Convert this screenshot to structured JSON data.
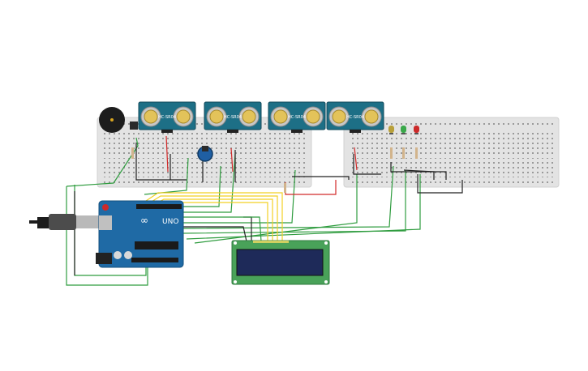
{
  "colors": {
    "background": "#ffffff",
    "breadboard": "#e3e3e3",
    "board_blue": "#1f6aa5",
    "sensor_teal": "#1d6f86",
    "lcd_green": "#49a259",
    "lcd_screen": "#1e2a59",
    "wire_green": "#2f9c3f",
    "wire_black": "#222222",
    "wire_red": "#d22a2a",
    "wire_yellow": "#f2d024"
  },
  "components": {
    "buzzer": {
      "icon": "buzzer-icon"
    },
    "potentiometer": {
      "icon": "potentiometer-icon"
    },
    "ultrasonic_sensors": [
      {
        "model": "HC-SR04"
      },
      {
        "model": "HC-SR04"
      },
      {
        "model": "HC-SR04"
      },
      {
        "model": "HC-SR04"
      }
    ],
    "leds": [
      {
        "color": "#b8a03a"
      },
      {
        "color": "#3aa84a"
      },
      {
        "color": "#cc2a2a"
      }
    ],
    "arduino": {
      "logo": "∞",
      "model": "UNO"
    },
    "lcd": {
      "icon": "lcd-16x2-icon"
    }
  }
}
